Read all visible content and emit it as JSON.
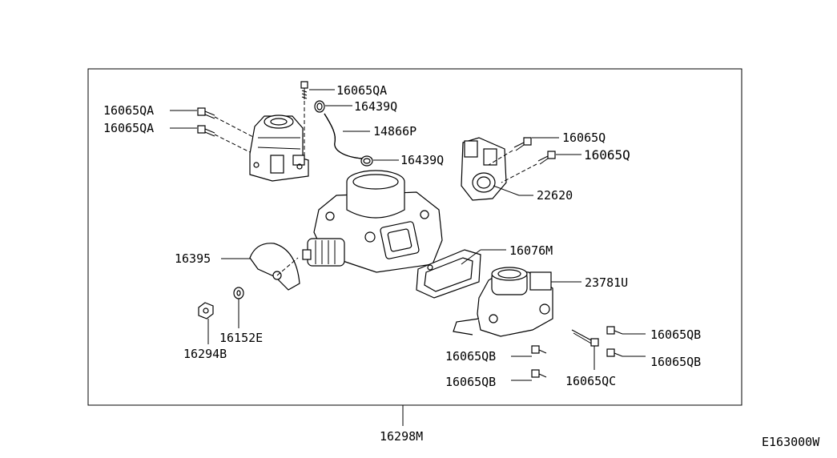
{
  "diagram": {
    "assembly_part": "16298M",
    "drawing_code": "E163000W",
    "callouts": {
      "screw_qa_top": "16065QA",
      "hose_clamp_top": "16439Q",
      "hose": "14866P",
      "hose_clamp_bottom": "16439Q",
      "screw_qa_left_1": "16065QA",
      "screw_qa_left_2": "16065QA",
      "screw_q_1": "16065Q",
      "screw_q_2": "16065Q",
      "throttle_sensor": "22620",
      "gasket": "16076M",
      "throttle_lever": "16395",
      "washer": "16152E",
      "nut": "16294B",
      "iacv": "23781U",
      "screw_qb_right_1": "16065QB",
      "screw_qb_right_2": "16065QB",
      "screw_qb_left_1": "16065QB",
      "screw_qb_left_2": "16065QB",
      "screw_qc": "16065QC"
    }
  }
}
